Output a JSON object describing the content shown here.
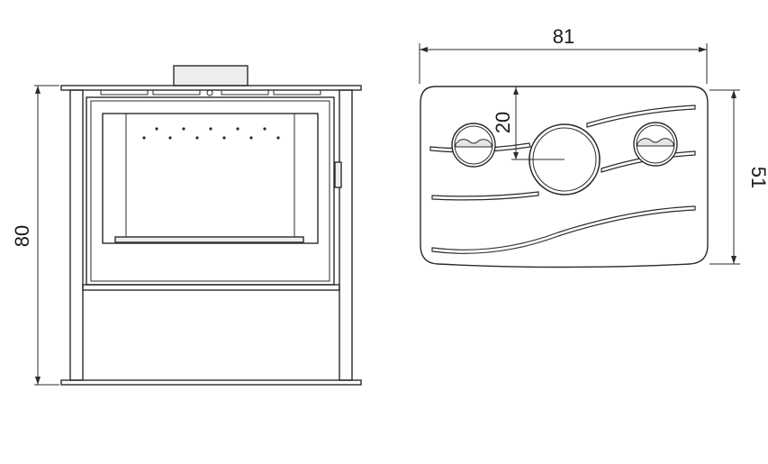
{
  "front_view": {
    "height_label": "80"
  },
  "top_view": {
    "width_label": "81",
    "depth_label": "51",
    "offset_label": "20"
  },
  "colors": {
    "line": "#2b2b2b",
    "background": "#ffffff"
  }
}
